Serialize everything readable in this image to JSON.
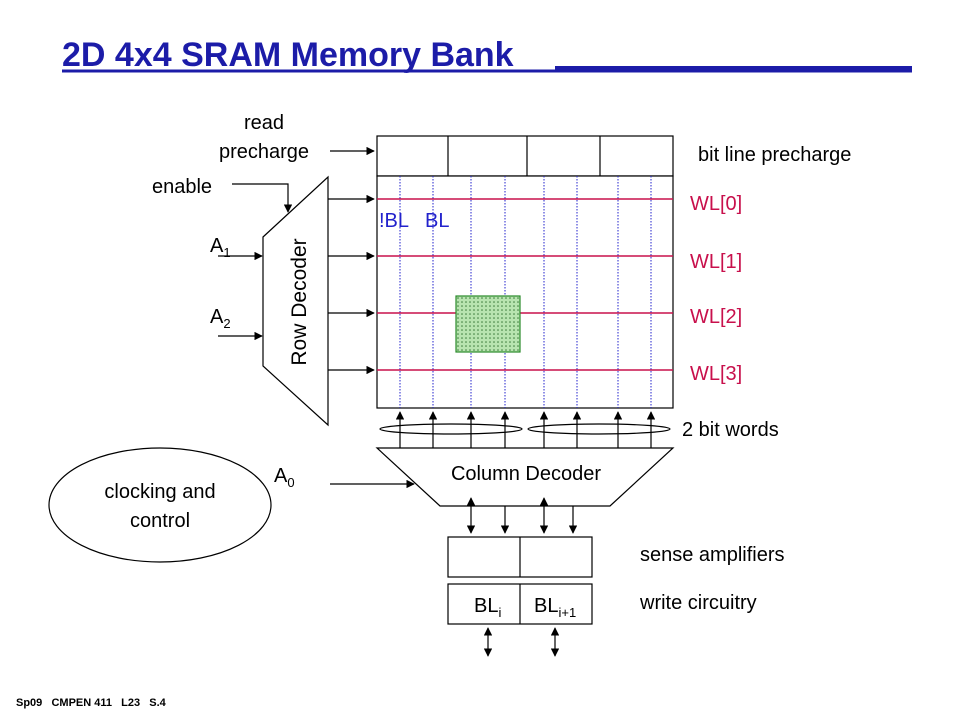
{
  "slide": {
    "title": "2D 4x4 SRAM Memory Bank",
    "footer": "Sp09   CMPEN 411   L23   S.4"
  },
  "colors": {
    "title": "#1c1ca8",
    "title_rule": "#1c1ca8",
    "word_line": "#c8104c",
    "bit_line": "#2222cc",
    "cell_fill": "#b8e4b0",
    "cell_border": "#2a8a2a",
    "wl_label": "#c8104c",
    "bl_label": "#2222cc"
  },
  "diagram": {
    "read_precharge": {
      "line1": "read",
      "line2": "precharge"
    },
    "enable": "enable",
    "row_decoder": "Row Decoder",
    "a1": {
      "base": "A",
      "sub": "1"
    },
    "a2": {
      "base": "A",
      "sub": "2"
    },
    "a0": {
      "base": "A",
      "sub": "0"
    },
    "bit_line_precharge": "bit line precharge",
    "not_bl": "!BL",
    "bl": "BL",
    "word_lines": [
      "WL[0]",
      "WL[1]",
      "WL[2]",
      "WL[3]"
    ],
    "two_bit_words": "2 bit words",
    "column_decoder": "Column Decoder",
    "clocking": {
      "line1": "clocking and",
      "line2": "control"
    },
    "sense_amplifiers": "sense amplifiers",
    "write_circuitry": "write circuitry",
    "bl_i": {
      "base": "BL",
      "sub": "i"
    },
    "bl_i1": {
      "base": "BL",
      "sub": "i+1"
    }
  }
}
